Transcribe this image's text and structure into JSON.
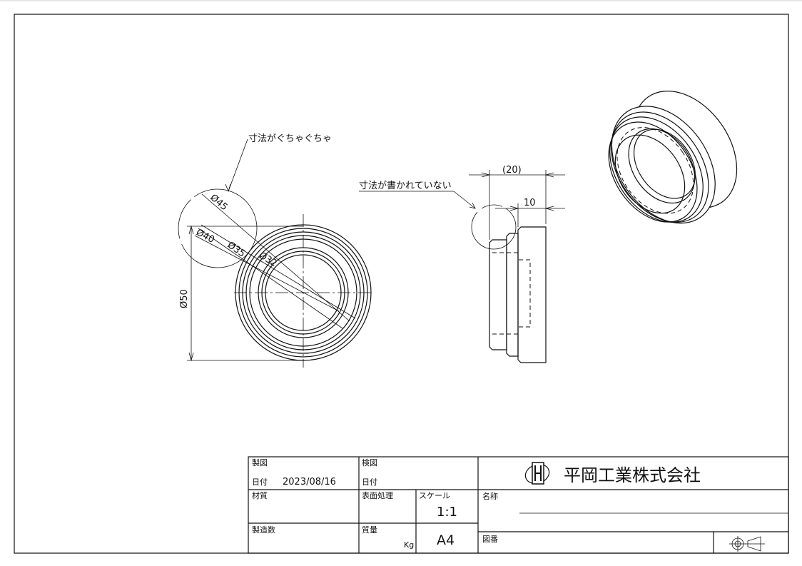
{
  "annotations": {
    "front_note": "寸法がぐちゃぐちゃ",
    "side_note": "寸法が書かれていない"
  },
  "dimensions": {
    "front": [
      "Ø45",
      "Ø32",
      "Ø35",
      "Ø40",
      "Ø50"
    ],
    "side": [
      "(20)",
      "10"
    ]
  },
  "title_block": {
    "drawn_label": "製図",
    "date_label": "日付",
    "date_value": "2023/08/16",
    "checked_label": "検図",
    "checked_date_label": "日付",
    "company": "平岡工業株式会社",
    "material_label": "材質",
    "surface_label": "表面処理",
    "scale_label": "スケール",
    "scale_value": "1:1",
    "name_label": "名称",
    "quantity_label": "製造数",
    "mass_label": "質量",
    "mass_unit": "Kg",
    "paper_size": "A4",
    "drawing_no_label": "図番"
  }
}
